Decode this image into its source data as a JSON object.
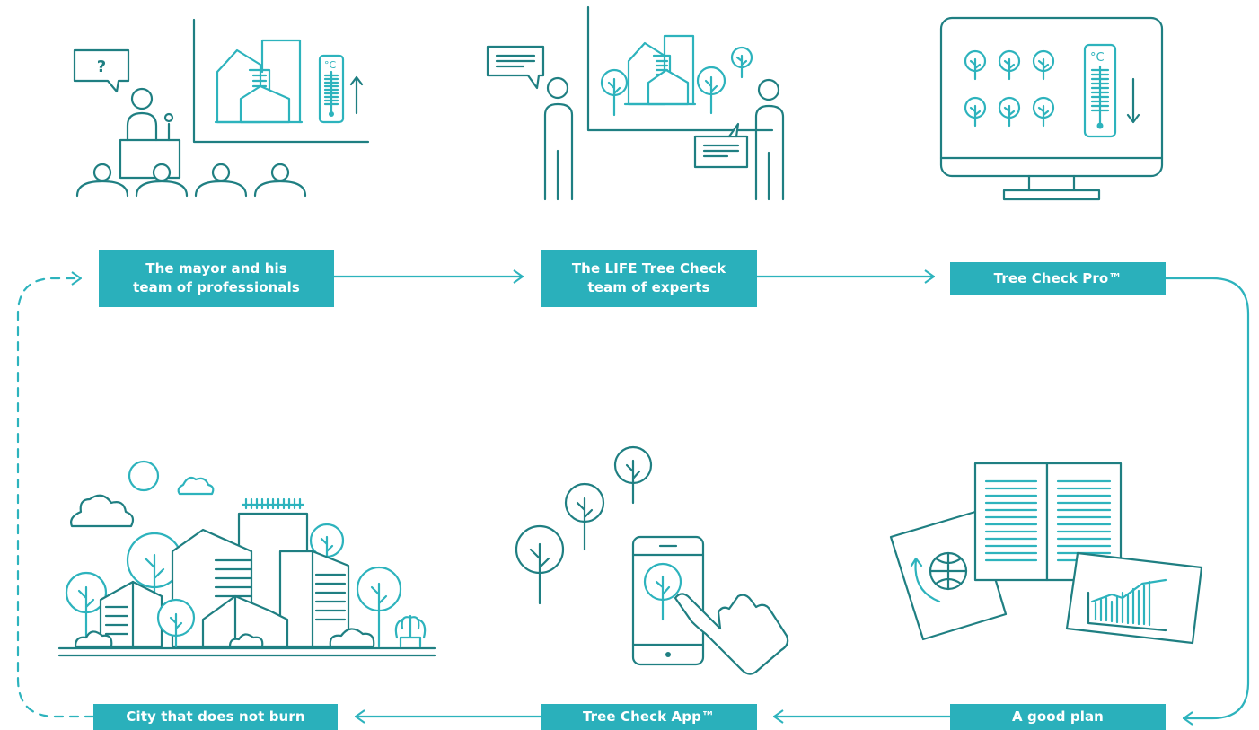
{
  "accent_color": "#2ab0bb",
  "line_color": "#1f7f82",
  "steps": [
    {
      "label": "The mayor and his\nteam of professionals",
      "icon": "presentation-icon"
    },
    {
      "label": "The LIFE Tree Check\nteam of experts",
      "icon": "expert-discussion-icon"
    },
    {
      "label": "Tree Check Pro™",
      "icon": "monitor-icon"
    },
    {
      "label": "A good plan",
      "icon": "plan-documents-icon"
    },
    {
      "label": "Tree Check App™",
      "icon": "smartphone-app-icon"
    },
    {
      "label": "City that does not burn",
      "icon": "green-city-icon"
    }
  ],
  "icon_text": {
    "question_mark": "?",
    "celsius": "°C"
  }
}
